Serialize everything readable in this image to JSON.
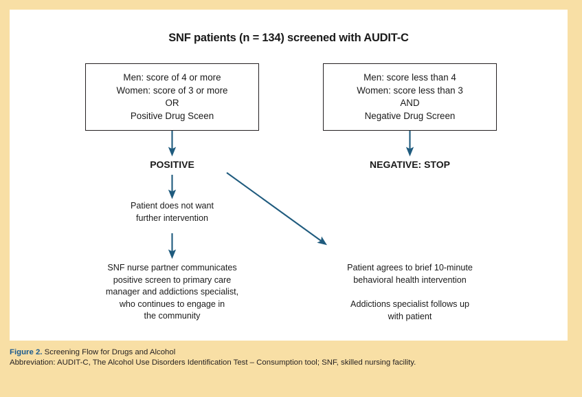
{
  "colors": {
    "frame_background": "#f8dfa5",
    "panel_background": "#ffffff",
    "arrow": "#1f5b7e",
    "box_border": "#231f20",
    "text": "#1a1a1a",
    "caption_accent": "#1b5a8e"
  },
  "diagram": {
    "title": "SNF patients (n = 134) screened with AUDIT-C",
    "boxes": {
      "positive_criteria": {
        "lines": [
          "Men: score of 4 or more",
          "Women: score of 3 or more",
          "OR",
          "Positive Drug Sceen"
        ]
      },
      "negative_criteria": {
        "lines": [
          "Men: score less than 4",
          "Women: score less than 3",
          "AND",
          "Negative Drug Screen"
        ]
      }
    },
    "outcomes": {
      "positive": "POSITIVE",
      "negative": "NEGATIVE: STOP"
    },
    "steps": {
      "declines": {
        "lines": [
          "Patient does not want",
          "further intervention"
        ]
      },
      "nurse_communicates": {
        "lines": [
          "SNF nurse partner communicates",
          "positive screen to primary care",
          "manager and addictions specialist,",
          "who continues to engage in",
          "the community"
        ]
      },
      "agrees_intervention": {
        "lines": [
          "Patient agrees to brief 10-minute",
          "behavioral health intervention"
        ]
      },
      "specialist_followup": {
        "lines": [
          "Addictions specialist follows up",
          "with patient"
        ]
      }
    }
  },
  "caption": {
    "figure_number": "Figure 2.",
    "title": " Screening Flow for Drugs and Alcohol",
    "abbreviation": "Abbreviation: AUDIT-C, The Alcohol Use Disorders Identification Test – Consumption tool; SNF, skilled nursing facility."
  }
}
